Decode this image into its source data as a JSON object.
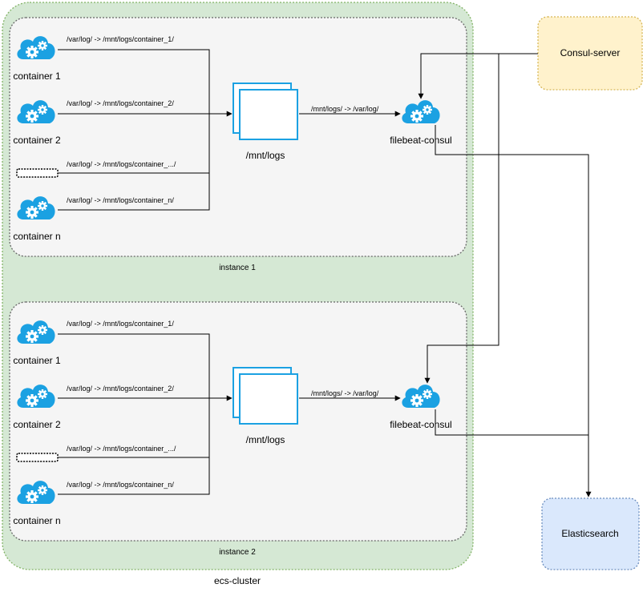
{
  "cluster_label": "ecs-cluster",
  "consul_label": "Consul-server",
  "elastic_label": "Elasticsearch",
  "instances": [
    {
      "label": "instance 1",
      "containers": [
        {
          "label": "container 1",
          "path": "/var/log/ -> /mnt/logs/container_1/"
        },
        {
          "label": "container 2",
          "path": "/var/log/ -> /mnt/logs/container_2/"
        },
        {
          "label": "",
          "path": "/var/log/ -> /mnt/logs/container_.../"
        },
        {
          "label": "container n",
          "path": "/var/log/ -> /mnt/logs/container_n/"
        }
      ],
      "volume_label": "/mnt/logs",
      "mount_label": "/mnt/logs/ -> /var/log/",
      "filebeat_label": "filebeat-consul"
    },
    {
      "label": "instance 2",
      "containers": [
        {
          "label": "container 1",
          "path": "/var/log/ -> /mnt/logs/container_1/"
        },
        {
          "label": "container 2",
          "path": "/var/log/ -> /mnt/logs/container_2/"
        },
        {
          "label": "",
          "path": "/var/log/ -> /mnt/logs/container_.../"
        },
        {
          "label": "container n",
          "path": "/var/log/ -> /mnt/logs/container_n/"
        }
      ],
      "volume_label": "/mnt/logs",
      "mount_label": "/mnt/logs/ -> /var/log/",
      "filebeat_label": "filebeat-consul"
    }
  ],
  "colors": {
    "cluster_fill": "#d5e8d4",
    "cluster_stroke": "#82b366",
    "instance_fill": "#f5f5f5",
    "instance_stroke": "#666666",
    "consul_fill": "#fff2cc",
    "consul_stroke": "#d6b656",
    "elastic_fill": "#dae8fc",
    "elastic_stroke": "#6c8ebf",
    "cloud": "#1ba1e2",
    "volume": "#1ba1e2"
  },
  "icons": {
    "container": "cloud-gear-icon",
    "filebeat": "cloud-gear-icon"
  }
}
